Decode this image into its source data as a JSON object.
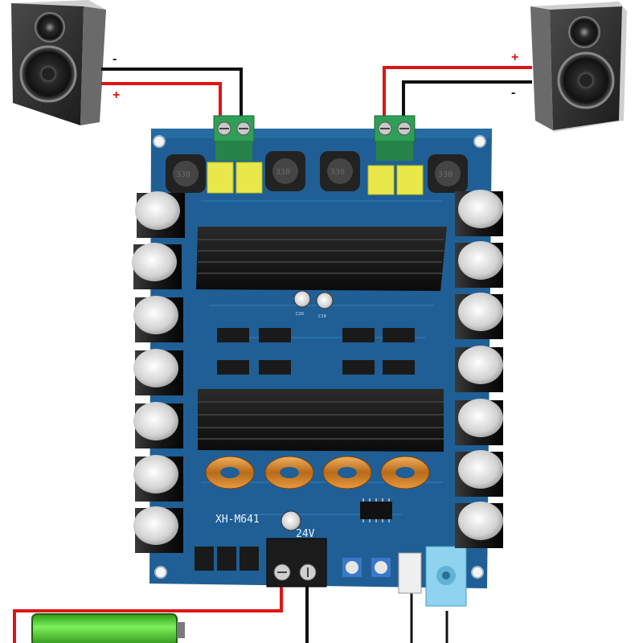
{
  "board": {
    "model_label": "XH-M641",
    "voltage_label": "24V",
    "inductor_label": "330",
    "cap_labels": [
      "C20",
      "C19"
    ]
  },
  "speakers": {
    "left": {
      "minus": "-",
      "plus": "+"
    },
    "right": {
      "plus": "+",
      "minus": "-"
    }
  },
  "colors": {
    "pcb": "#1f5f95",
    "heatsink": "#151515",
    "wire_red": "#e01414",
    "wire_black": "#111111",
    "terminal_green": "#2f9f57",
    "battery_green": "#3ad12c"
  }
}
